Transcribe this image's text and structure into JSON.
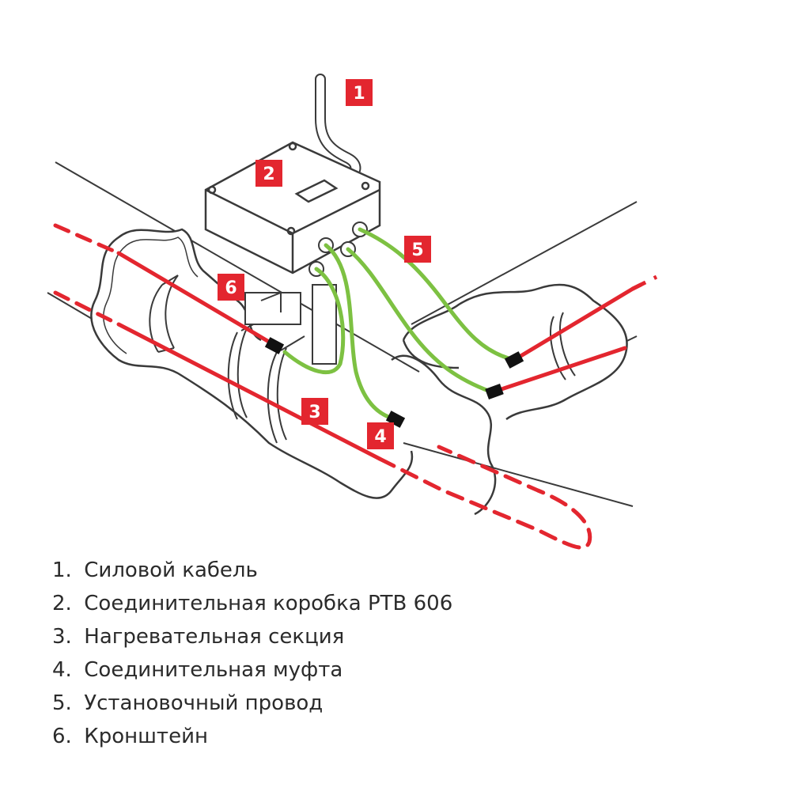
{
  "colors": {
    "badge": "#e3262f",
    "heating_cable": "#e3262f",
    "installation_wire": "#7dc142",
    "outline": "#3a3a3a",
    "muff": "#111111"
  },
  "badges": {
    "b1": "1",
    "b2": "2",
    "b3": "3",
    "b4": "4",
    "b5": "5",
    "b6": "6"
  },
  "legend": [
    {
      "num": "1.",
      "text": "Силовой кабель"
    },
    {
      "num": "2.",
      "text": "Соединительная коробка PTB 606"
    },
    {
      "num": "3.",
      "text": "Нагревательная секция"
    },
    {
      "num": "4.",
      "text": "Соединительная муфта"
    },
    {
      "num": "5.",
      "text": "Установочный провод"
    },
    {
      "num": "6.",
      "text": "Кронштейн"
    }
  ]
}
